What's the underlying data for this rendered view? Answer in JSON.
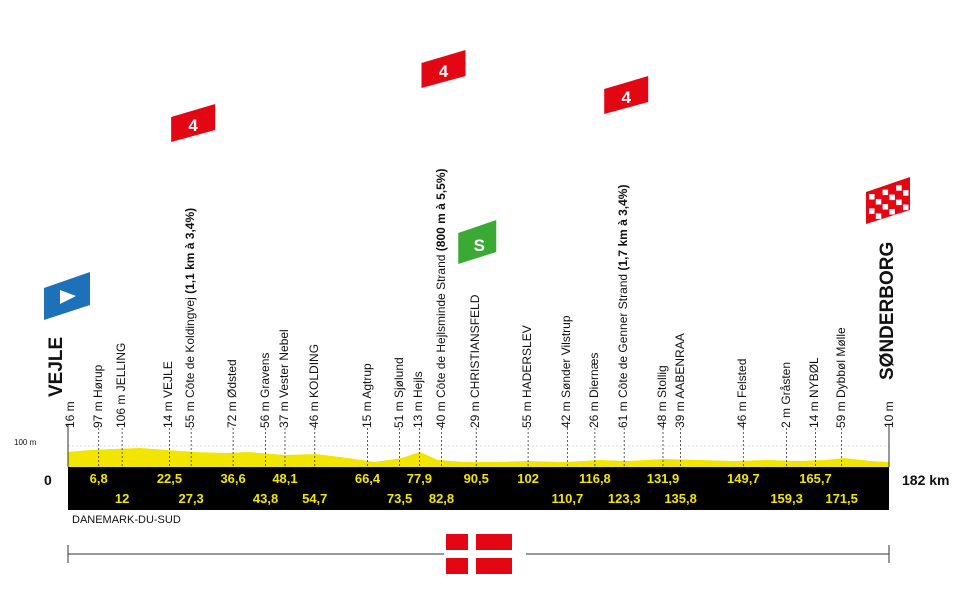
{
  "start": {
    "name": "VEJLE",
    "altitude": "16 m"
  },
  "finish": {
    "name": "SØNDERBORG",
    "altitude": "10 m"
  },
  "distance": {
    "start": "0",
    "end": "182 km"
  },
  "altitude_ref": "100 m",
  "region": "DANEMARK-DU-SUD",
  "sprint_badge": "S",
  "climb_badge": "4",
  "points": [
    {
      "alt": "97 m",
      "name": "Hørup",
      "km": "6,8",
      "kmval": 6.8,
      "row": 1
    },
    {
      "alt": "106 m",
      "name": "JELLING",
      "km": "12",
      "kmval": 12,
      "row": 2
    },
    {
      "alt": "14 m",
      "name": "VEJLE",
      "km": "22,5",
      "kmval": 22.5,
      "row": 1
    },
    {
      "alt": "55 m",
      "name": "Côte de Koldingvej",
      "climb_detail": "(1,1 km à 3,4%)",
      "km": "27,3",
      "kmval": 27.3,
      "row": 2
    },
    {
      "alt": "72 m",
      "name": "Ødsted",
      "km": "36,6",
      "kmval": 36.6,
      "row": 1
    },
    {
      "alt": "56 m",
      "name": "Gravens",
      "km": "43,8",
      "kmval": 43.8,
      "row": 2
    },
    {
      "alt": "37 m",
      "name": "Vester Nebel",
      "km": "48,1",
      "kmval": 48.1,
      "row": 1
    },
    {
      "alt": "46 m",
      "name": "KOLDING",
      "km": "54,7",
      "kmval": 54.7,
      "row": 2
    },
    {
      "alt": "15 m",
      "name": " Agtrup",
      "km": "66,4",
      "kmval": 66.4,
      "row": 1
    },
    {
      "alt": "51 m",
      "name": "Sjølund",
      "km": "73,5",
      "kmval": 73.5,
      "row": 2
    },
    {
      "alt": "13 m",
      "name": "Hejls",
      "km": "77,9",
      "kmval": 77.9,
      "row": 1
    },
    {
      "alt": "40 m",
      "name": "Côte de Hejlsminde Strand",
      "climb_detail": "(800 m à 5,5%)",
      "km": "82,8",
      "kmval": 82.8,
      "row": 2
    },
    {
      "alt": "29 m",
      "name": "CHRISTIANSFELD",
      "km": "90,5",
      "kmval": 90.5,
      "row": 1
    },
    {
      "alt": "55 m",
      "name": "HADERSLEV",
      "km": "102",
      "kmval": 102,
      "row": 1
    },
    {
      "alt": "42 m",
      "name": "Sønder Vilstrup",
      "km": "110,7",
      "kmval": 110.7,
      "row": 2
    },
    {
      "alt": "26 m",
      "name": "Diernæs",
      "km": "116,8",
      "kmval": 116.8,
      "row": 1
    },
    {
      "alt": "61 m",
      "name": "Côte de Genner Strand",
      "climb_detail": "(1,7 km à 3,4%)",
      "km": "123,3",
      "kmval": 123.3,
      "row": 2
    },
    {
      "alt": "48 m",
      "name": "Stollig",
      "km": "131,9",
      "kmval": 131.9,
      "row": 1
    },
    {
      "alt": "39 m",
      "name": "AABENRAA",
      "km": "135,8",
      "kmval": 135.8,
      "row": 2
    },
    {
      "alt": "46 m",
      "name": "Felsted",
      "km": "149,7",
      "kmval": 149.7,
      "row": 1
    },
    {
      "alt": "2 m",
      "name": "Gråsten",
      "km": "159,3",
      "kmval": 159.3,
      "row": 2
    },
    {
      "alt": "14 m",
      "name": "NYBØL",
      "km": "165,7",
      "kmval": 165.7,
      "row": 1
    },
    {
      "alt": "59 m",
      "name": "Dybbøl Mølle",
      "km": "171,5",
      "kmval": 171.5,
      "row": 2
    }
  ],
  "climbs_at": [
    27.3,
    82.8,
    123.3
  ],
  "sprint_at": 90.5,
  "total_km": 182,
  "colors": {
    "profile": "#f2e600",
    "bar": "#000000",
    "km_text": "#f2e600",
    "climb": "#e30613",
    "sprint": "#3aaa35",
    "start": "#1d71b8",
    "flag": "#e30613"
  }
}
